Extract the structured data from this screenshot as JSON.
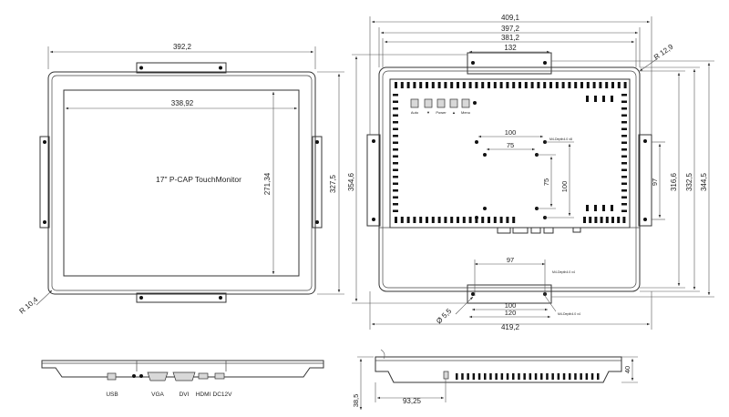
{
  "front_view": {
    "panel_label": "17\" P-CAP TouchMonitor",
    "dim_overall_width": "392,2",
    "dim_active_width": "338,92",
    "dim_active_height": "271,34",
    "dim_overall_height": "327,5",
    "dim_corner_radius": "R 10,4"
  },
  "rear_view": {
    "dim_total_width": "409,1",
    "dim_width_2": "397,2",
    "dim_bracket_span": "381,2",
    "dim_bracket_center": "132",
    "dim_corner_radius": "R 12,9",
    "dim_vesa_100_h": "100",
    "dim_vesa_75_h": "75",
    "dim_vesa_75_v": "75",
    "dim_vesa_100_v": "100",
    "dim_side_97": "97",
    "dim_height_316": "316,6",
    "dim_height_332": "332,5",
    "dim_height_344": "344,5",
    "dim_left_height": "354,6",
    "dim_bottom_97": "97",
    "dim_bottom_100": "100",
    "dim_bottom_120": "120",
    "dim_bottom_width": "419,2",
    "dim_hole_diameter": "Ø 5,5",
    "vesa_note_top": "M4-Depth4.0 x8",
    "vesa_note_bottom_1": "M4-Depth4.0 x4",
    "vesa_note_bottom_2": "M4-Depth4.0 x4",
    "osd_buttons": [
      "Auto",
      "▼",
      "Power",
      "▲",
      "Menu"
    ]
  },
  "bottom_view": {
    "ports": [
      "USB",
      "VGA",
      "DVI",
      "HDMI",
      "DC12V"
    ]
  },
  "side_view": {
    "dim_depth": "40",
    "dim_offset": "93,25",
    "dim_small": "38,5"
  }
}
